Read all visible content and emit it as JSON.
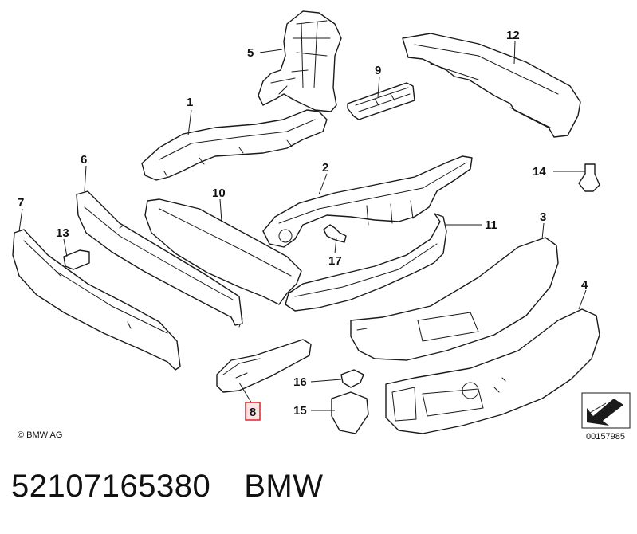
{
  "diagram": {
    "callouts": [
      "1",
      "2",
      "3",
      "4",
      "5",
      "6",
      "7",
      "8",
      "9",
      "10",
      "11",
      "12",
      "13",
      "14",
      "15",
      "16",
      "17"
    ],
    "highlighted_callout": "8",
    "highlight_color": "#e0242a",
    "line_color": "#1a1a1a"
  },
  "copyright": "© BMW AG",
  "reference_number": "00157985",
  "caption": {
    "part_number": "52107165380",
    "brand": "BMW"
  }
}
